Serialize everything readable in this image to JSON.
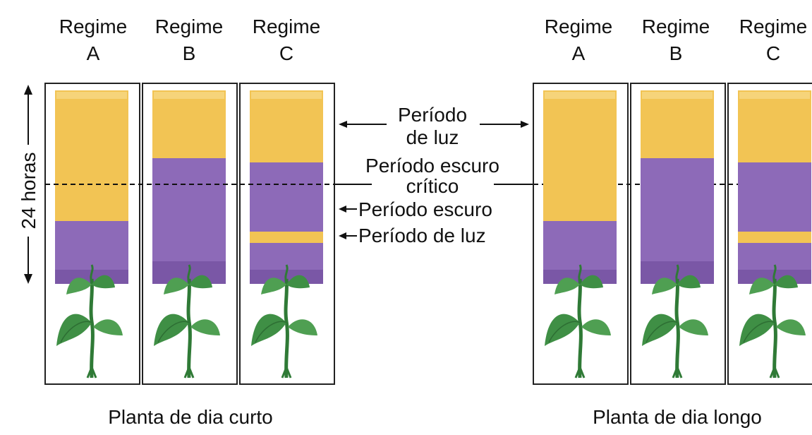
{
  "colors": {
    "light": "#f2c454",
    "light_top": "#f6d47a",
    "dark": "#8d6ab8",
    "dark_deep": "#7a57a6",
    "leaf": "#3f8f45",
    "leaf_light": "#5fae5e",
    "frame": "#222222"
  },
  "groups": [
    {
      "caption": "Planta de dia curto",
      "regimes": [
        {
          "line1": "Regime",
          "line2": "A"
        },
        {
          "line1": "Regime",
          "line2": "B"
        },
        {
          "line1": "Regime",
          "line2": "C"
        }
      ]
    },
    {
      "caption": "Planta de dia longo",
      "regimes": [
        {
          "line1": "Regime",
          "line2": "A"
        },
        {
          "line1": "Regime",
          "line2": "B"
        },
        {
          "line1": "Regime",
          "line2": "C"
        }
      ]
    }
  ],
  "axis": {
    "label": "24 horas"
  },
  "annotations": {
    "light_period_1": "Período",
    "light_period_2": "de luz",
    "critical_1": "Período escuro",
    "critical_2": "crítico",
    "dark_period": "Período escuro",
    "light_flash": "Período de luz"
  }
}
